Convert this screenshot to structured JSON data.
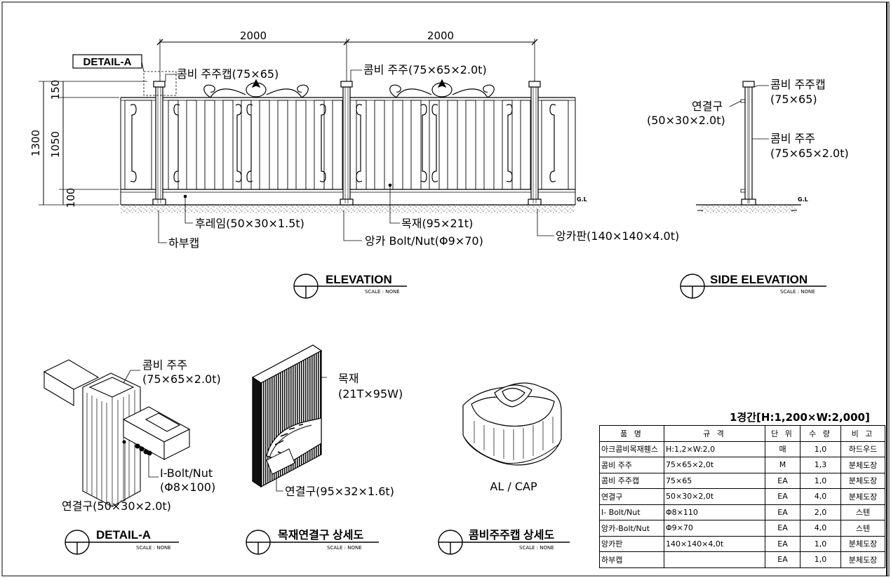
{
  "elevation": {
    "dims": {
      "span1": "2000",
      "span2": "2000",
      "total": "1300",
      "top": "150",
      "mid": "1050",
      "bottom": "100"
    },
    "detail_tag": "DETAIL-A",
    "gl": "G.L",
    "labels": {
      "post_cap": "콤비 주주캡(75×65)",
      "post": "콤비 주주(75×65×2.0t)",
      "frame": "후레임(50×30×1.5t)",
      "bottom_cap": "하부캡",
      "wood": "목재(95×21t)",
      "anchor_bolt": "앙카 Bolt/Nut(Φ9×70)",
      "anchor_plate": "앙카판(140×140×4.0t)"
    },
    "title": "ELEVATION",
    "scale": "SCALE : NONE"
  },
  "side": {
    "labels": {
      "cap_1": "콤비 주주캡",
      "cap_2": "(75×65)",
      "connector_1": "연결구",
      "connector_2": "(50×30×2.0t)",
      "post_1": "콤비 주주",
      "post_2": "(75×65×2.0t)"
    },
    "gl": "G.L",
    "title": "SIDE ELEVATION",
    "scale": "SCALE : NONE"
  },
  "detail_a": {
    "labels": {
      "post_1": "콤비 주주",
      "post_2": "(75×65×2.0t)",
      "bolt_1": "I-Bolt/Nut",
      "bolt_2": "(Φ8×100)",
      "connector": "연결구(50×30×2.0t)"
    },
    "title": "DETAIL-A",
    "scale": "SCALE : NONE"
  },
  "wood_detail": {
    "labels": {
      "wood_1": "목재",
      "wood_2": "(21T×95W)",
      "connector": "연결구(95×32×1.6t)"
    },
    "title": "목재연결구 상세도",
    "scale": "SCALE : NONE"
  },
  "cap_detail": {
    "labels": {
      "cap": "AL / CAP"
    },
    "title": "콤비주주캡 상세도",
    "scale": "SCALE : NONE"
  },
  "bom": {
    "title": "1경간[H:1,200×W:2,000]",
    "headers": [
      "품 명",
      "규 격",
      "단 위",
      "수 량",
      "비 고"
    ],
    "rows": [
      [
        "아크콤비목재휀스",
        "H:1,2×W:2,0",
        "매",
        "1,0",
        "하드우드"
      ],
      [
        "콤비 주주",
        "75×65×2,0t",
        "M",
        "1,3",
        "분체도장"
      ],
      [
        "콤비 주주캡",
        "75×65",
        "EA",
        "1,0",
        "분체도장"
      ],
      [
        "연결구",
        "50×30×2,0t",
        "EA",
        "4,0",
        "분체도장"
      ],
      [
        "I- Bolt/Nut",
        "Φ8×110",
        "EA",
        "2,0",
        "스텐"
      ],
      [
        "앙카-Bolt/Nut",
        "Φ9×70",
        "EA",
        "4,0",
        "스텐"
      ],
      [
        "앙카판",
        "140×140×4,0t",
        "EA",
        "1,0",
        "분체도장"
      ],
      [
        "하부캡",
        "",
        "EA",
        "1,0",
        "분체도장"
      ]
    ]
  }
}
